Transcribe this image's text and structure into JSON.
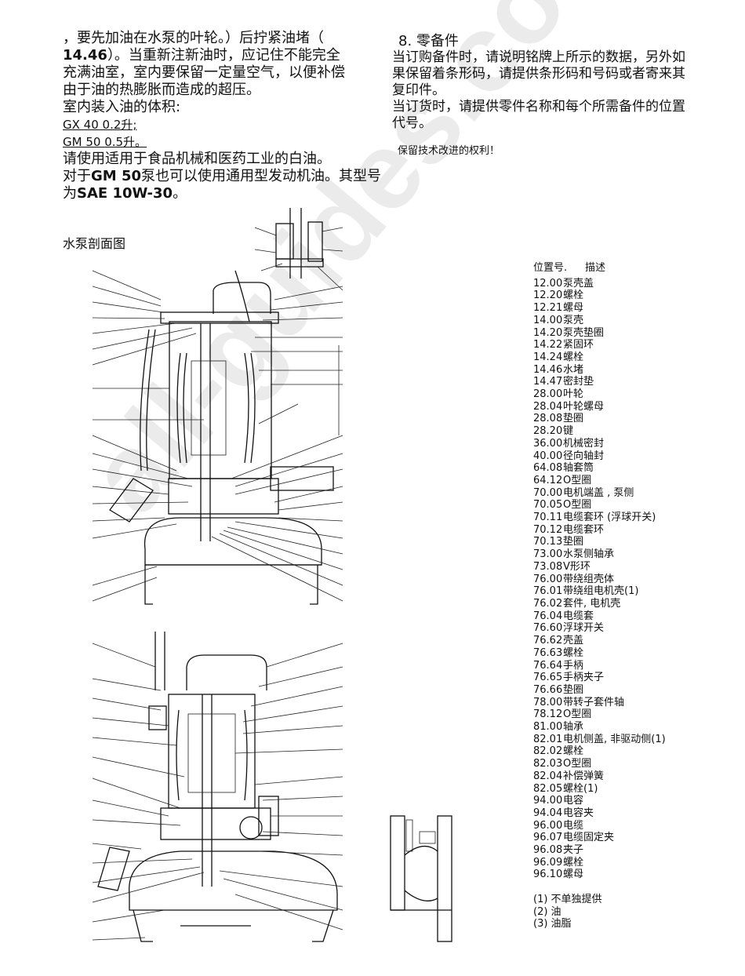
{
  "left": {
    "line1": "，要先加油在水泵的叶轮。）后拧紧油堵（",
    "line2_bold": "14.46",
    "line2_rest": "）。当重新注新油时，应记住不能完全",
    "line3": "充满油室，室内要保留一定量空气，以便补偿",
    "line4": "由于油的热膨胀而造成的超压。",
    "line5": "室内装入油的体积:",
    "vol1": "GX 40  0.2升;",
    "vol2": "GM 50 0.5升。",
    "line6": "请使用适用于食品机械和医药工业的白油。",
    "line7_pre": "对于",
    "line7_bold": "GM 50",
    "line7_rest": "泵也可以使用通用型发动机油。其型号",
    "line8_pre": "为",
    "line8_bold": "SAE 10W-30",
    "line8_rest": "。",
    "section_label": "水泵剖面图"
  },
  "right": {
    "heading": "8. 零备件",
    "p1": "当订购备件时，请说明铭牌上所示的数据，另外如",
    "p2": "果保留着条形码，请提供条形码和号码或者寄来其",
    "p3": "复印件。",
    "p4": "当订货时，请提供零件名称和每个所需备件的位置",
    "p5": "代号。",
    "rights": "保留技术改进的权利！"
  },
  "parts_header": {
    "col1": "位置号.",
    "col2": "描述"
  },
  "parts": [
    {
      "no": "12.00",
      "desc": "泵壳盖"
    },
    {
      "no": "12.20",
      "desc": "螺栓"
    },
    {
      "no": "12.21",
      "desc": "螺母"
    },
    {
      "no": "14.00",
      "desc": "泵壳"
    },
    {
      "no": "14.20",
      "desc": "泵壳垫圈"
    },
    {
      "no": "14.22",
      "desc": "紧固环"
    },
    {
      "no": "14.24",
      "desc": "螺栓"
    },
    {
      "no": "14.46",
      "desc": "水堵"
    },
    {
      "no": "14.47",
      "desc": "密封垫"
    },
    {
      "no": "28.00",
      "desc": "叶轮"
    },
    {
      "no": "28.04",
      "desc": "叶轮螺母"
    },
    {
      "no": "28.08",
      "desc": "垫圈"
    },
    {
      "no": "28.20",
      "desc": "键"
    },
    {
      "no": "36.00",
      "desc": "机械密封"
    },
    {
      "no": "40.00",
      "desc": "径向轴封"
    },
    {
      "no": "64.08",
      "desc": "轴套筒"
    },
    {
      "no": "64.12",
      "desc": "O型圈"
    },
    {
      "no": "70.00",
      "desc": "电机端盖    , 泵侧"
    },
    {
      "no": "70.05",
      "desc": "O型圈"
    },
    {
      "no": "70.11",
      "desc": "电缆套环 (浮球开关)"
    },
    {
      "no": "70.12",
      "desc": "电缆套环"
    },
    {
      "no": "70.13",
      "desc": "垫圈"
    },
    {
      "no": "73.00",
      "desc": "水泵侧轴承"
    },
    {
      "no": "73.08",
      "desc": "V形环"
    },
    {
      "no": "76.00",
      "desc": "带绕组壳体"
    },
    {
      "no": "76.01",
      "desc": "带绕组电机壳(1)"
    },
    {
      "no": "76.02",
      "desc": "套件, 电机壳"
    },
    {
      "no": "76.04",
      "desc": "电缆套"
    },
    {
      "no": "76.60",
      "desc": "浮球开关"
    },
    {
      "no": "76.62",
      "desc": "壳盖"
    },
    {
      "no": "76.63",
      "desc": "螺栓"
    },
    {
      "no": "76.64",
      "desc": "手柄"
    },
    {
      "no": "76.65",
      "desc": "手柄夹子"
    },
    {
      "no": "76.66",
      "desc": "垫圈"
    },
    {
      "no": "78.00",
      "desc": "带转子套件轴"
    },
    {
      "no": "78.12",
      "desc": "O型圈"
    },
    {
      "no": "81.00",
      "desc": "轴承"
    },
    {
      "no": "82.01",
      "desc": "电机侧盖, 非驱动侧(1)"
    },
    {
      "no": "82.02",
      "desc": "螺栓"
    },
    {
      "no": "82.03",
      "desc": "O型圈"
    },
    {
      "no": "82.04",
      "desc": "补偿弹簧"
    },
    {
      "no": "82.05",
      "desc": "螺栓(1)"
    },
    {
      "no": "94.00",
      "desc": "电容"
    },
    {
      "no": "94.04",
      "desc": "电容夹"
    },
    {
      "no": "96.00",
      "desc": "电缆"
    },
    {
      "no": "96.07",
      "desc": "电缆固定夹"
    },
    {
      "no": "96.08",
      "desc": "夹子"
    },
    {
      "no": "96.09",
      "desc": "螺栓"
    },
    {
      "no": "96.10",
      "desc": "螺母"
    }
  ],
  "notes": [
    "(1) 不单独提供",
    "(2) 油",
    "(3) 油脂"
  ],
  "watermark": "all-guides.com"
}
